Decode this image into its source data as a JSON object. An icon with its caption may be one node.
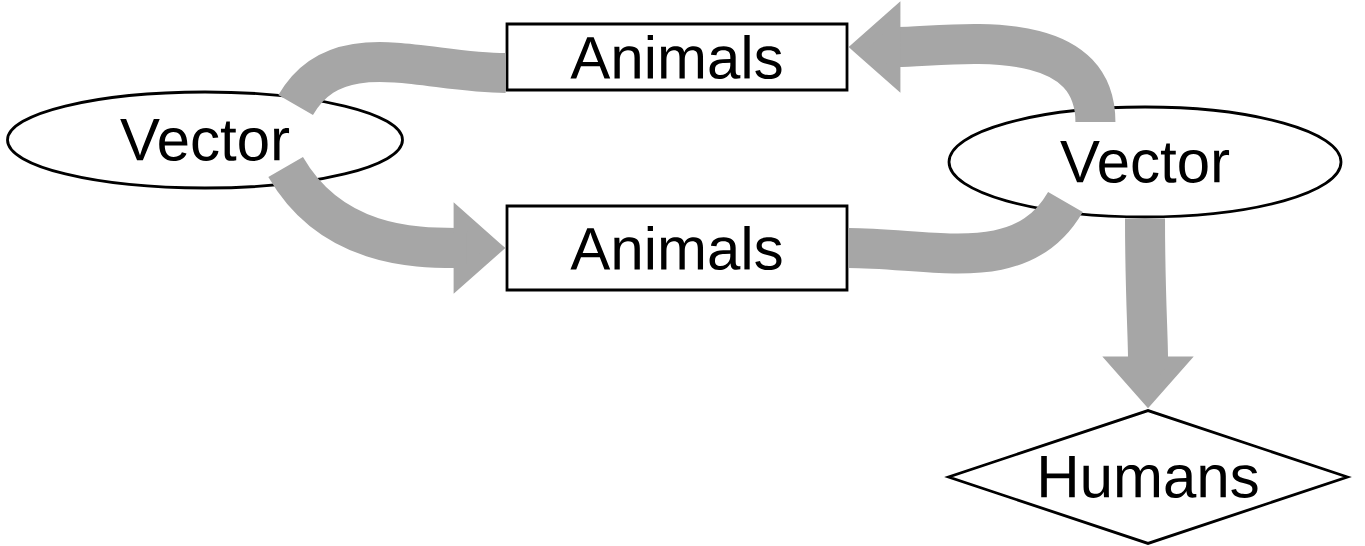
{
  "diagram": {
    "nodes": [
      {
        "text": [
          "Animals"
        ]
      },
      {
        "text": [
          "Vector"
        ]
      },
      {
        "text": [
          "Vector"
        ]
      },
      {
        "text": [
          "Animals"
        ]
      },
      {
        "text": [
          "Humans"
        ]
      }
    ],
    "edges": [
      {
        "from": 0,
        "to": 1,
        "arrow": "none"
      },
      {
        "from": 1,
        "to": 3,
        "arrow": "to"
      },
      {
        "from": 3,
        "to": 2,
        "arrow": "none"
      },
      {
        "from": 2,
        "to": 0,
        "arrow": "to"
      },
      {
        "from": 2,
        "to": 4,
        "arrow": "to"
      }
    ]
  }
}
